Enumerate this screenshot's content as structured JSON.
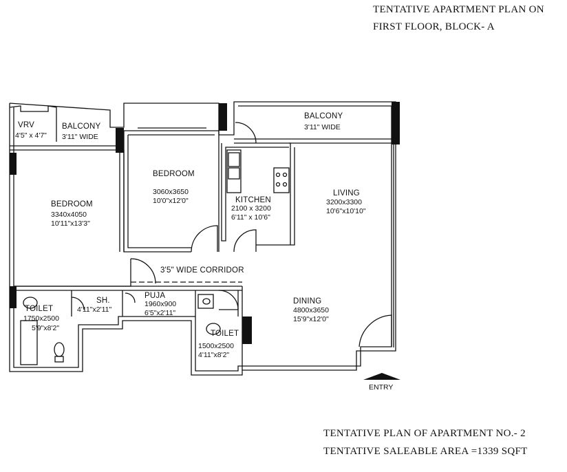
{
  "header": {
    "line1": "TENTATIVE APARTMENT PLAN ON",
    "line2": "FIRST FLOOR, BLOCK- A"
  },
  "rooms": {
    "vrv": {
      "name": "VRV",
      "dims": "4'5\" x 4'7\""
    },
    "balcony_left": {
      "name": "BALCONY",
      "dims": "3'11\" WIDE"
    },
    "bedroom_left": {
      "name": "BEDROOM",
      "dims_mm": "3340x4050",
      "dims_ft": "10'11\"x13'3\""
    },
    "bedroom_mid": {
      "name": "BEDROOM",
      "dims_mm": "3060x3650",
      "dims_ft": "10'0\"x12'0\""
    },
    "balcony_right": {
      "name": "BALCONY",
      "dims": "3'11\" WIDE"
    },
    "kitchen": {
      "name": "KITCHEN",
      "dims_mm": "2100 x 3200",
      "dims_ft": "6'11\" x 10'6\""
    },
    "living": {
      "name": "LIVING",
      "dims_mm": "3200x3300",
      "dims_ft": "10'6\"x10'10\""
    },
    "corridor": {
      "name": "3'5\" WIDE CORRIDOR"
    },
    "toilet_left": {
      "name": "TOILET",
      "dims_mm": "1750x2500",
      "dims_ft": "5'9\"x8'2\""
    },
    "shower": {
      "name": "SH.",
      "dims": "4'11\"x2'11\""
    },
    "puja": {
      "name": "PUJA",
      "dims_mm": "1960x900",
      "dims_ft": "6'5\"x2'11\""
    },
    "toilet_right": {
      "name": "TOILET",
      "dims_mm": "1500x2500",
      "dims_ft": "4'11\"x8'2\""
    },
    "dining": {
      "name": "DINING",
      "dims_mm": "4800x3650",
      "dims_ft": "15'9\"x12'0\""
    }
  },
  "entry_label": "ENTRY",
  "footer": {
    "line1": "TENTATIVE PLAN OF  APARTMENT NO.- 2",
    "line2": "TENTATIVE SALEABLE AREA =1339 SQFT"
  }
}
